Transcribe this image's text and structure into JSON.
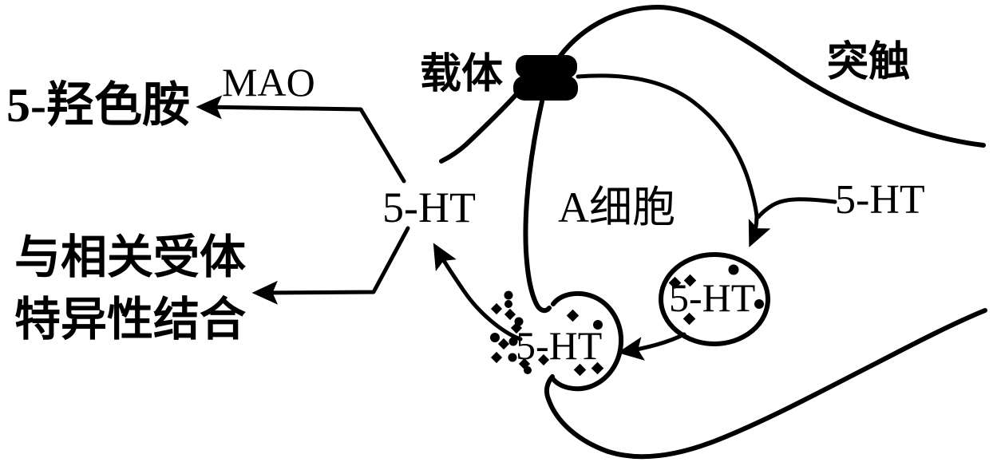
{
  "diagram": {
    "labels": {
      "product": "5-羟色胺",
      "enzyme": "MAO",
      "carrier": "载体",
      "synapse": "突触",
      "cell": "A细胞",
      "cleft_5ht": "5-HT",
      "extracellular_5ht": "5-HT",
      "storage_vesicle_5ht": "5-HT",
      "fusing_vesicle_5ht": "5-HT",
      "receptor_binding_line1": "与相关受体",
      "receptor_binding_line2": "特异性结合"
    },
    "icons": {
      "carrier_protein": "carrier-protein-icon (black double-block transporter on membrane)",
      "storage_vesicle": "vesicle-icon (circle outline containing 5-HT dots)",
      "fusing_vesicle": "omega-vesicle-icon (open circle fused with membrane)",
      "neurotransmitter_dot": "dot-icon (small black granule)"
    },
    "colors": {
      "ink": "#000000",
      "background": "#ffffff"
    }
  }
}
